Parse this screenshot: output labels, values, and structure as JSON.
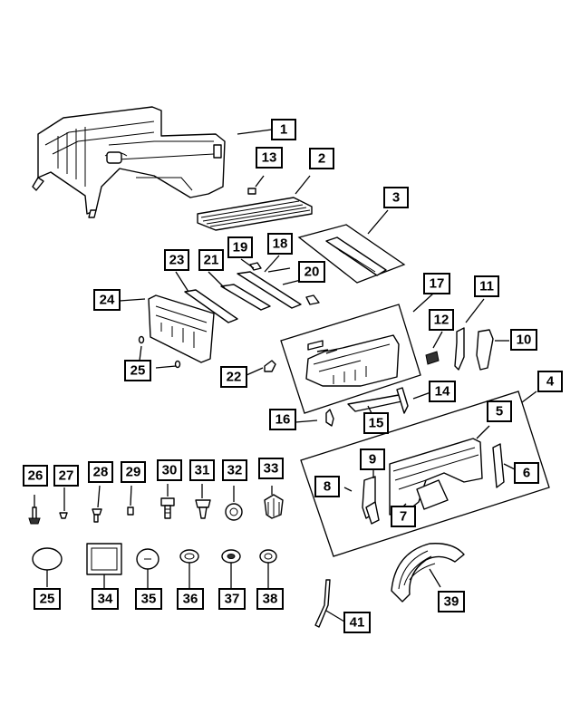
{
  "callouts": [
    {
      "label": "1"
    },
    {
      "label": "2"
    },
    {
      "label": "3"
    },
    {
      "label": "4"
    },
    {
      "label": "5"
    },
    {
      "label": "6"
    },
    {
      "label": "7"
    },
    {
      "label": "8"
    },
    {
      "label": "9"
    },
    {
      "label": "10"
    },
    {
      "label": "11"
    },
    {
      "label": "12"
    },
    {
      "label": "13"
    },
    {
      "label": "14"
    },
    {
      "label": "15"
    },
    {
      "label": "16"
    },
    {
      "label": "17"
    },
    {
      "label": "18"
    },
    {
      "label": "19"
    },
    {
      "label": "20"
    },
    {
      "label": "21"
    },
    {
      "label": "22"
    },
    {
      "label": "23"
    },
    {
      "label": "24"
    },
    {
      "label": "25"
    },
    {
      "label": "25"
    },
    {
      "label": "26"
    },
    {
      "label": "27"
    },
    {
      "label": "28"
    },
    {
      "label": "29"
    },
    {
      "label": "30"
    },
    {
      "label": "31"
    },
    {
      "label": "32"
    },
    {
      "label": "33"
    },
    {
      "label": "34"
    },
    {
      "label": "35"
    },
    {
      "label": "36"
    },
    {
      "label": "37"
    },
    {
      "label": "38"
    },
    {
      "label": "39"
    },
    {
      "label": "41"
    }
  ]
}
